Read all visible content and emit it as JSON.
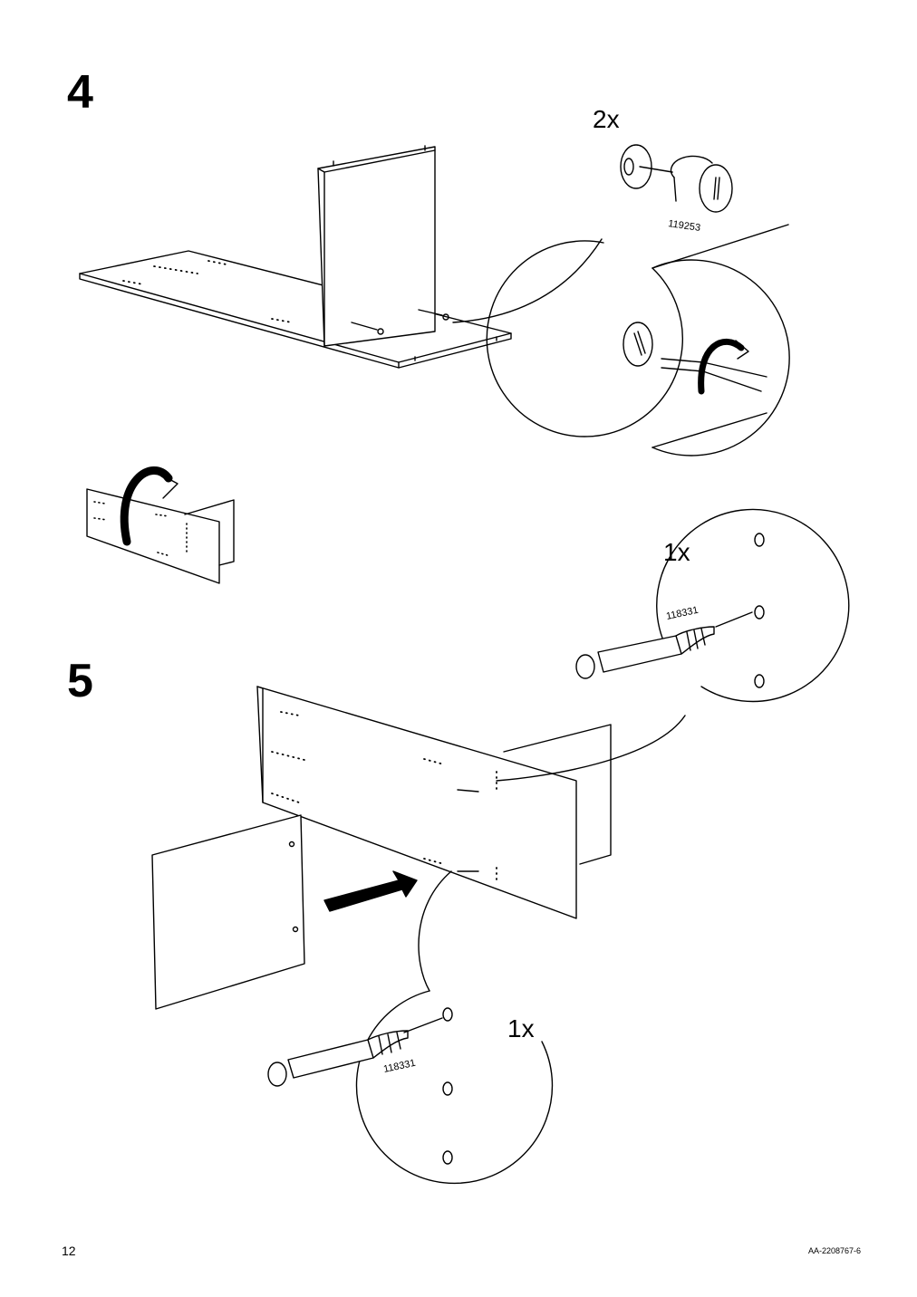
{
  "steps": [
    {
      "number": "4",
      "quantity": "2x",
      "part_number": "119253"
    },
    {
      "number": "5",
      "quantity_top": "1x",
      "quantity_bottom": "1x",
      "part_number": "118331"
    }
  ],
  "footer": {
    "page_number": "12",
    "document_id": "AA-2208767-6"
  }
}
